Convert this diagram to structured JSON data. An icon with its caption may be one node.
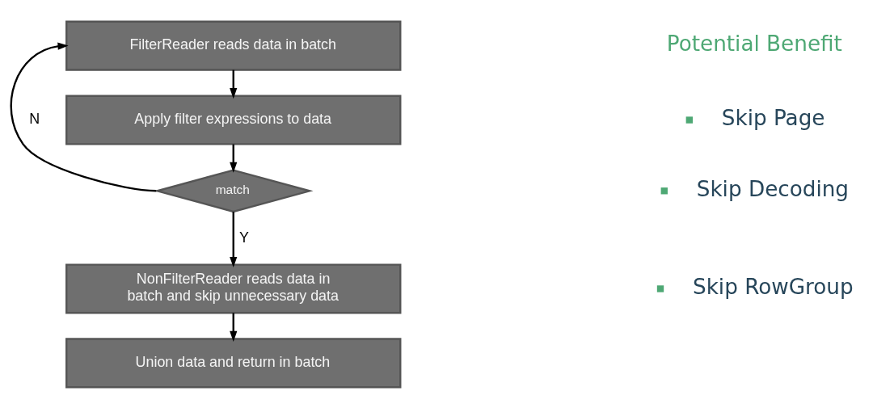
{
  "diagram": {
    "nodes": [
      {
        "text": [
          "FilterReader reads data in batch"
        ]
      },
      {
        "text": [
          "Apply filter expressions to data"
        ]
      },
      {
        "text": [
          "match"
        ]
      },
      {
        "text": [
          "NonFilterReader reads data in batch and skip unnecessary data"
        ]
      },
      {
        "text": [
          "Union data and return in batch"
        ]
      }
    ],
    "edges": [
      {
        "from": 0,
        "to": 1,
        "arrow": "to"
      },
      {
        "from": 1,
        "to": 2,
        "arrow": "to"
      },
      {
        "from": 2,
        "to": 0,
        "arrow": "to",
        "label": "N"
      },
      {
        "from": 2,
        "to": 3,
        "arrow": "to",
        "label": "Y"
      },
      {
        "from": 3,
        "to": 4,
        "arrow": "to"
      }
    ],
    "labels": [
      "Potential Benefit",
      "Skip Page",
      "Skip Decoding",
      "Skip RowGroup"
    ]
  }
}
